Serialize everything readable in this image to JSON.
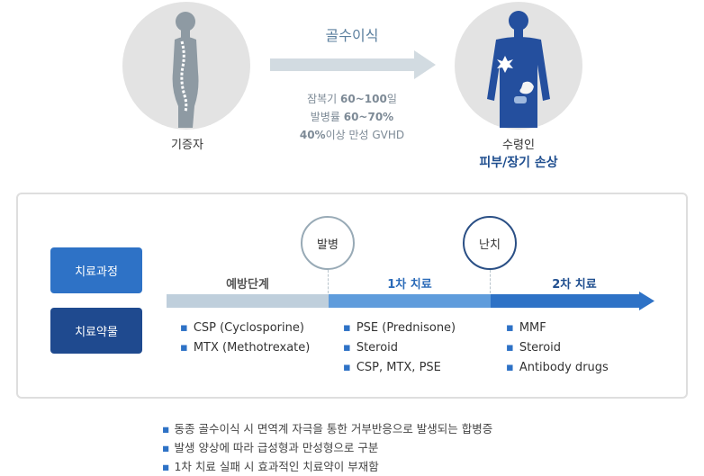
{
  "donor": {
    "label": "기증자"
  },
  "process": {
    "title": "골수이식",
    "stats": [
      {
        "prefix": "잠복기 ",
        "value": "60~100",
        "suffix": "일"
      },
      {
        "prefix": "발병률 ",
        "value": "60~70%",
        "suffix": ""
      },
      {
        "prefix": "",
        "value": "40%",
        "suffix": "이상 만성 GVHD"
      }
    ]
  },
  "recipient": {
    "label": "수령인",
    "effect": "피부/장기 손상"
  },
  "row_labels": {
    "process": "치료과정",
    "drugs": "치료약물"
  },
  "milestones": {
    "onset": "발병",
    "refractory": "난치"
  },
  "phases": [
    {
      "label": "예방단계",
      "drugs": [
        "CSP (Cyclosporine)",
        "MTX (Methotrexate)"
      ]
    },
    {
      "label": "1차 치료",
      "drugs": [
        "PSE (Prednisone)",
        "Steroid",
        "CSP, MTX, PSE"
      ]
    },
    {
      "label": "2차 치료",
      "drugs": [
        "MMF",
        "Steroid",
        "Antibody drugs"
      ]
    }
  ],
  "notes": [
    "동종 골수이식 시 면역계 자극을 통한 거부반응으로 발생되는 합병증",
    "발생 양상에 따라 급성형과 만성형으로 구분",
    "1차 치료 실패 시 효과적인 치료약이 부재함"
  ],
  "colors": {
    "donor_figure": "#8e9aa3",
    "recipient_figure": "#244f9e",
    "phase1_bar": "#bfcfdc",
    "phase2_bar": "#5f9cdc",
    "phase3_bar": "#2e72c6"
  }
}
